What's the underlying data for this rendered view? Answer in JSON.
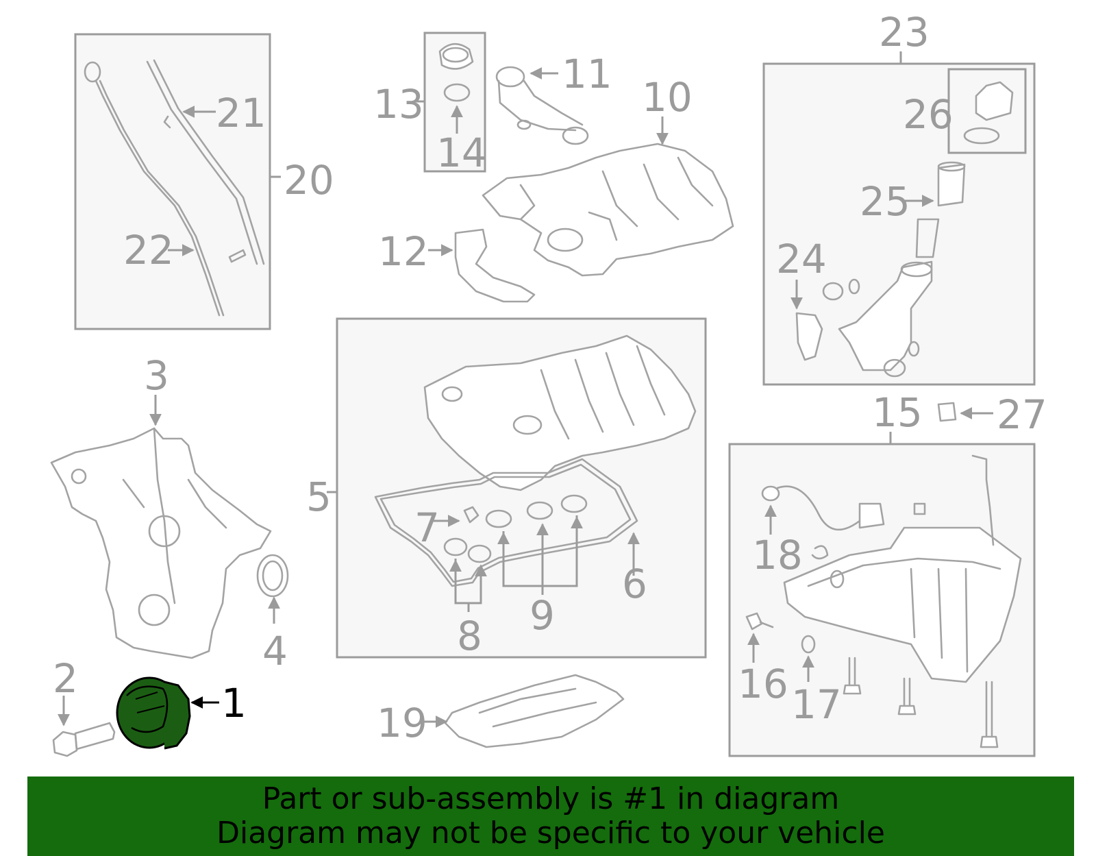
{
  "highlight": {
    "number": "1",
    "color": "#1b5e13"
  },
  "callouts": [
    "1",
    "2",
    "3",
    "4",
    "5",
    "6",
    "7",
    "8",
    "9",
    "10",
    "11",
    "12",
    "13",
    "14",
    "15",
    "16",
    "17",
    "18",
    "19",
    "20",
    "21",
    "22",
    "23",
    "24",
    "25",
    "26",
    "27"
  ],
  "banner": {
    "line1": "Part or sub-assembly is #1 in diagram",
    "line2": "Diagram may not be specific to your vehicle",
    "background": "#146c0c"
  }
}
